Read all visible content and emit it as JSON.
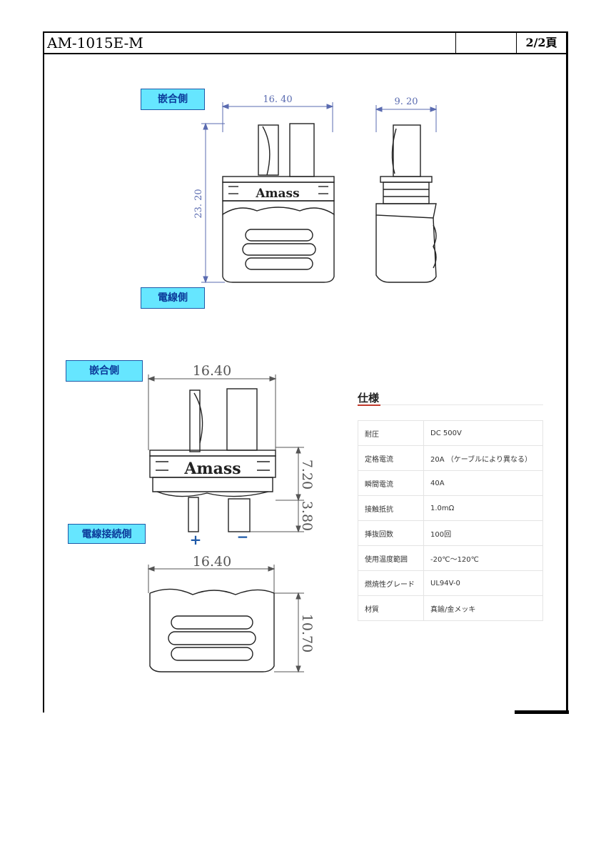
{
  "header": {
    "doc_number": "AM-1015E-M",
    "page": "2/2頁"
  },
  "labels": {
    "top_mating": "嵌合側",
    "top_wire": "電線側",
    "bottom_mating": "嵌合側",
    "bottom_wire": "電線接続側"
  },
  "drawing_top": {
    "width_dim": "16. 40",
    "height_dim": "23. 20",
    "side_width_dim": "9. 20",
    "logo": "Amass"
  },
  "drawing_bottom": {
    "width_dim": "16.40",
    "height_dim_1": "7.20",
    "height_dim_2": "3.80",
    "logo": "Amass",
    "plus": "+",
    "minus": "−",
    "lower_width_dim": "16.40",
    "lower_height_dim": "10.70"
  },
  "spec": {
    "title": "仕様",
    "rows": [
      {
        "key": "耐圧",
        "value": "DC 500V"
      },
      {
        "key": "定格電流",
        "value": "20A （ケーブルにより異なる）"
      },
      {
        "key": "瞬間電流",
        "value": "40A"
      },
      {
        "key": "接触抵抗",
        "value": "1.0mΩ"
      },
      {
        "key": "挿抜回数",
        "value": "100回"
      },
      {
        "key": "使用温度範囲",
        "value": "-20℃～120℃"
      },
      {
        "key": "燃焼性グレード",
        "value": "UL94V-0"
      },
      {
        "key": "材質",
        "value": "真鍮/金メッキ"
      }
    ]
  }
}
